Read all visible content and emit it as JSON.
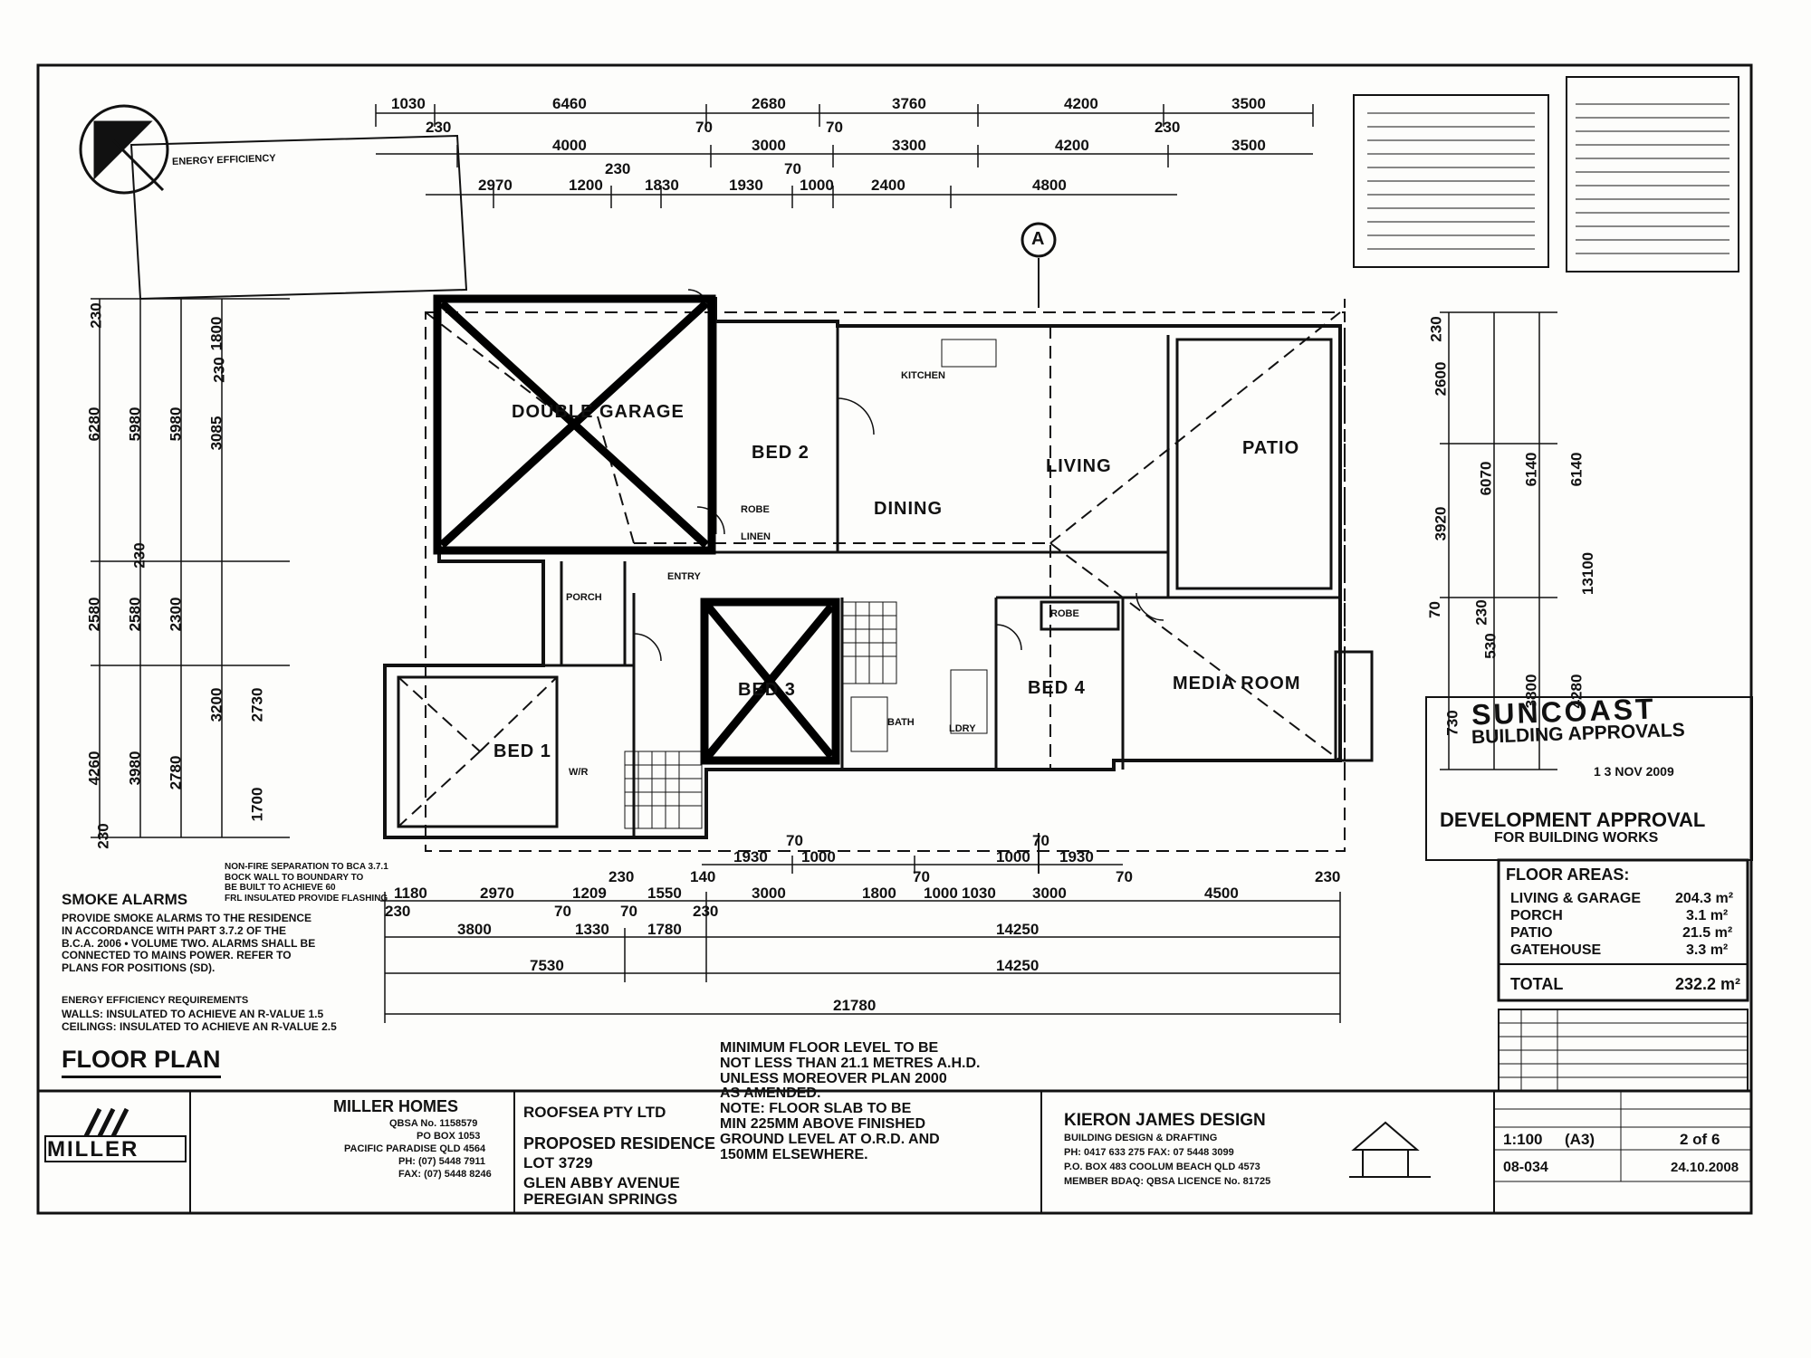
{
  "drawing_title": "FLOOR PLAN",
  "rooms": {
    "double_garage": "DOUBLE GARAGE",
    "bed2": "BED 2",
    "living": "LIVING",
    "patio": "PATIO",
    "dining": "DINING",
    "kitchen": "KITCHEN",
    "porch": "PORCH",
    "entry": "ENTRY",
    "bed3": "BED 3",
    "bed4": "BED 4",
    "media_room": "MEDIA ROOM",
    "bed1": "BED 1",
    "wir": "W/R",
    "robe": "ROBE",
    "linen": "LINEN",
    "bath": "BATH",
    "ldry": "LDRY"
  },
  "section_marker": "A",
  "top_dims": {
    "row1": [
      "1030",
      "6460",
      "2680",
      "3760",
      "4200",
      "3500"
    ],
    "row2": [
      "230",
      "4000",
      "70",
      "3000",
      "70",
      "3300",
      "4200",
      "230",
      "3500"
    ],
    "row3": [
      "2970",
      "1200",
      "230",
      "1830",
      "1930",
      "70",
      "1000",
      "2400",
      "4800"
    ]
  },
  "bottom_dims": {
    "row0": [
      "1930",
      "70",
      "1000",
      "70",
      "1000",
      "1930"
    ],
    "row1": [
      "1180",
      "2970",
      "1209",
      "230",
      "1550",
      "140",
      "3000",
      "1800",
      "70",
      "1000",
      "1030",
      "70",
      "3000",
      "4500",
      "230"
    ],
    "row2": [
      "230",
      "3800",
      "70",
      "1330",
      "70",
      "1780",
      "230",
      "14250"
    ],
    "row3": [
      "7530",
      "14250"
    ],
    "row4": [
      "21780"
    ]
  },
  "left_dims": [
    "230",
    "6280",
    "5980",
    "5980",
    "1800",
    "230",
    "3085",
    "230",
    "2580",
    "2580",
    "2300",
    "3200",
    "4260",
    "3980",
    "2780",
    "2730",
    "1700",
    "230"
  ],
  "right_dims": [
    "230",
    "2600",
    "6070",
    "6140",
    "6140",
    "3920",
    "13100",
    "70",
    "230",
    "4280",
    "3800",
    "530",
    "730"
  ],
  "smoke_alarms": {
    "title": "SMOKE ALARMS",
    "text": "PROVIDE SMOKE ALARMS TO THE RESIDENCE\nIN ACCORDANCE WITH PART 3.7.2 OF THE\nB.C.A. 2006 • VOLUME TWO. ALARMS SHALL BE\nCONNECTED TO MAINS POWER. REFER TO\nPLANS FOR POSITIONS (SD)."
  },
  "energy_reqs": {
    "title": "ENERGY EFFICIENCY REQUIREMENTS",
    "text": "WALLS: INSULATED TO ACHIEVE AN R-VALUE 1.5\nCEILINGS: INSULATED TO ACHIEVE AN R-VALUE 2.5"
  },
  "fire_note": "NON-FIRE SEPARATION TO BCA 3.7.1\nBOCK WALL TO BOUNDARY TO\nBE BUILT TO ACHIEVE 60\nFRL INSULATED PROVIDE FLASHING",
  "energy_stamp": "ENERGY EFFICIENCY",
  "min_floor_note": "MINIMUM FLOOR LEVEL TO BE\nNOT LESS THAN 21.1 METRES A.H.D.\nUNLESS MOREOVER PLAN 2000\nAS AMENDED.\nNOTE: FLOOR SLAB TO BE\nMIN 225MM ABOVE FINISHED\nGROUND LEVEL AT O.R.D. AND\n150MM ELSEWHERE.",
  "stamp": {
    "line1": "SUNCOAST",
    "line2": "BUILDING APPROVALS",
    "date": "1 3 NOV 2009",
    "line3": "DEVELOPMENT APPROVAL",
    "line4": "FOR BUILDING WORKS"
  },
  "floor_areas": {
    "title": "FLOOR AREAS:",
    "rows": [
      {
        "label": "LIVING & GARAGE",
        "value": "204.3 m²"
      },
      {
        "label": "PORCH",
        "value": "3.1 m²"
      },
      {
        "label": "PATIO",
        "value": "21.5 m²"
      },
      {
        "label": "GATEHOUSE",
        "value": "3.3 m²"
      }
    ],
    "total_label": "TOTAL",
    "total_value": "232.2 m²"
  },
  "title_block": {
    "builder_logo": "MILLER",
    "builder_name": "MILLER HOMES",
    "builder_lines": [
      "QBSA No. 1158579",
      "PO BOX 1053",
      "PACIFIC PARADISE QLD 4564",
      "PH: (07) 5448 7911",
      "FAX: (07) 5448 8246"
    ],
    "client": "ROOFSEA PTY LTD",
    "project": "PROPOSED RESIDENCE",
    "lot": "LOT 3729",
    "street": "GLEN ABBY AVENUE",
    "suburb": "PEREGIAN SPRINGS",
    "designer": "KIERON JAMES DESIGN",
    "designer_sub": "BUILDING DESIGN & DRAFTING",
    "designer_ph": "PH: 0417 633 275  FAX: 07 5448 3099",
    "designer_addr": "P.O. BOX 483 COOLUM BEACH QLD 4573",
    "designer_lic": "MEMBER BDAQ: QBSA LICENCE No. 81725",
    "scale": "1:100",
    "sheet_size": "(A3)",
    "sheet_no": "2 of 6",
    "job_no": "08-034",
    "date": "24.10.2008"
  },
  "colors": {
    "ink": "#111111",
    "paper": "#fdfdfb",
    "cross": "#000000"
  }
}
